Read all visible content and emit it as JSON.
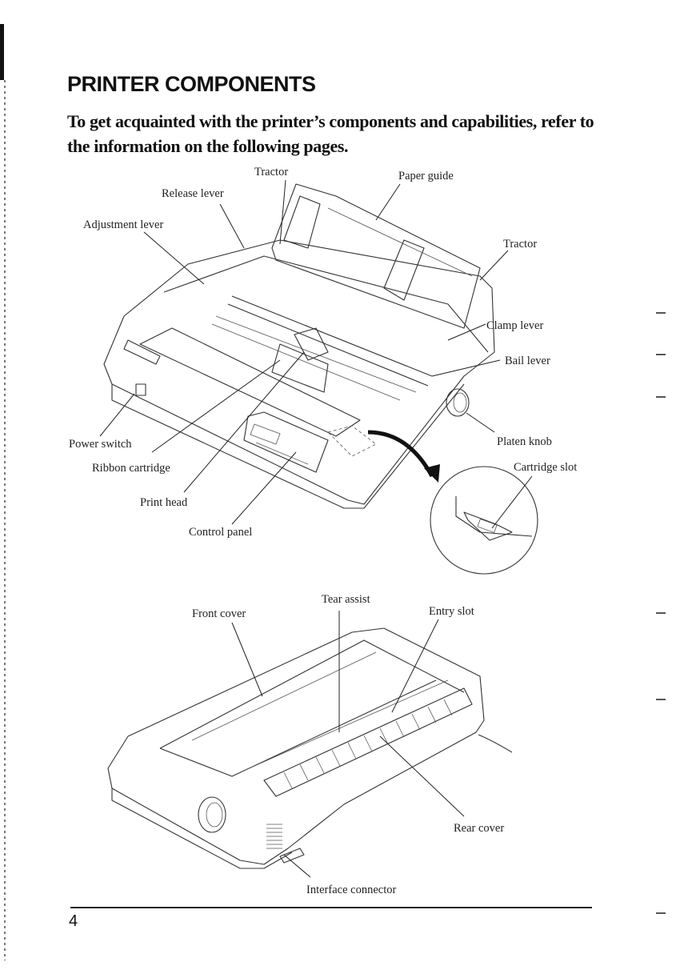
{
  "heading": "PRINTER COMPONENTS",
  "intro": "To get acquainted with the printer’s components and capabilities, refer to the information on the following pages.",
  "figure_top": {
    "labels": {
      "tractor_left": "Tractor",
      "paper_guide": "Paper guide",
      "release_lever": "Release lever",
      "adjustment_lever": "Adjustment lever",
      "tractor_right": "Tractor",
      "clamp_lever": "Clamp lever",
      "bail_lever": "Bail lever",
      "platen_knob": "Platen knob",
      "power_switch": "Power switch",
      "ribbon_cartridge": "Ribbon cartridge",
      "cartridge_slot": "Cartridge slot",
      "print_head": "Print head",
      "control_panel": "Control panel"
    }
  },
  "figure_bottom": {
    "labels": {
      "tear_assist": "Tear assist",
      "front_cover": "Front cover",
      "entry_slot": "Entry slot",
      "rear_cover": "Rear cover",
      "interface_connector": "Interface connector"
    }
  },
  "page_number": "4"
}
